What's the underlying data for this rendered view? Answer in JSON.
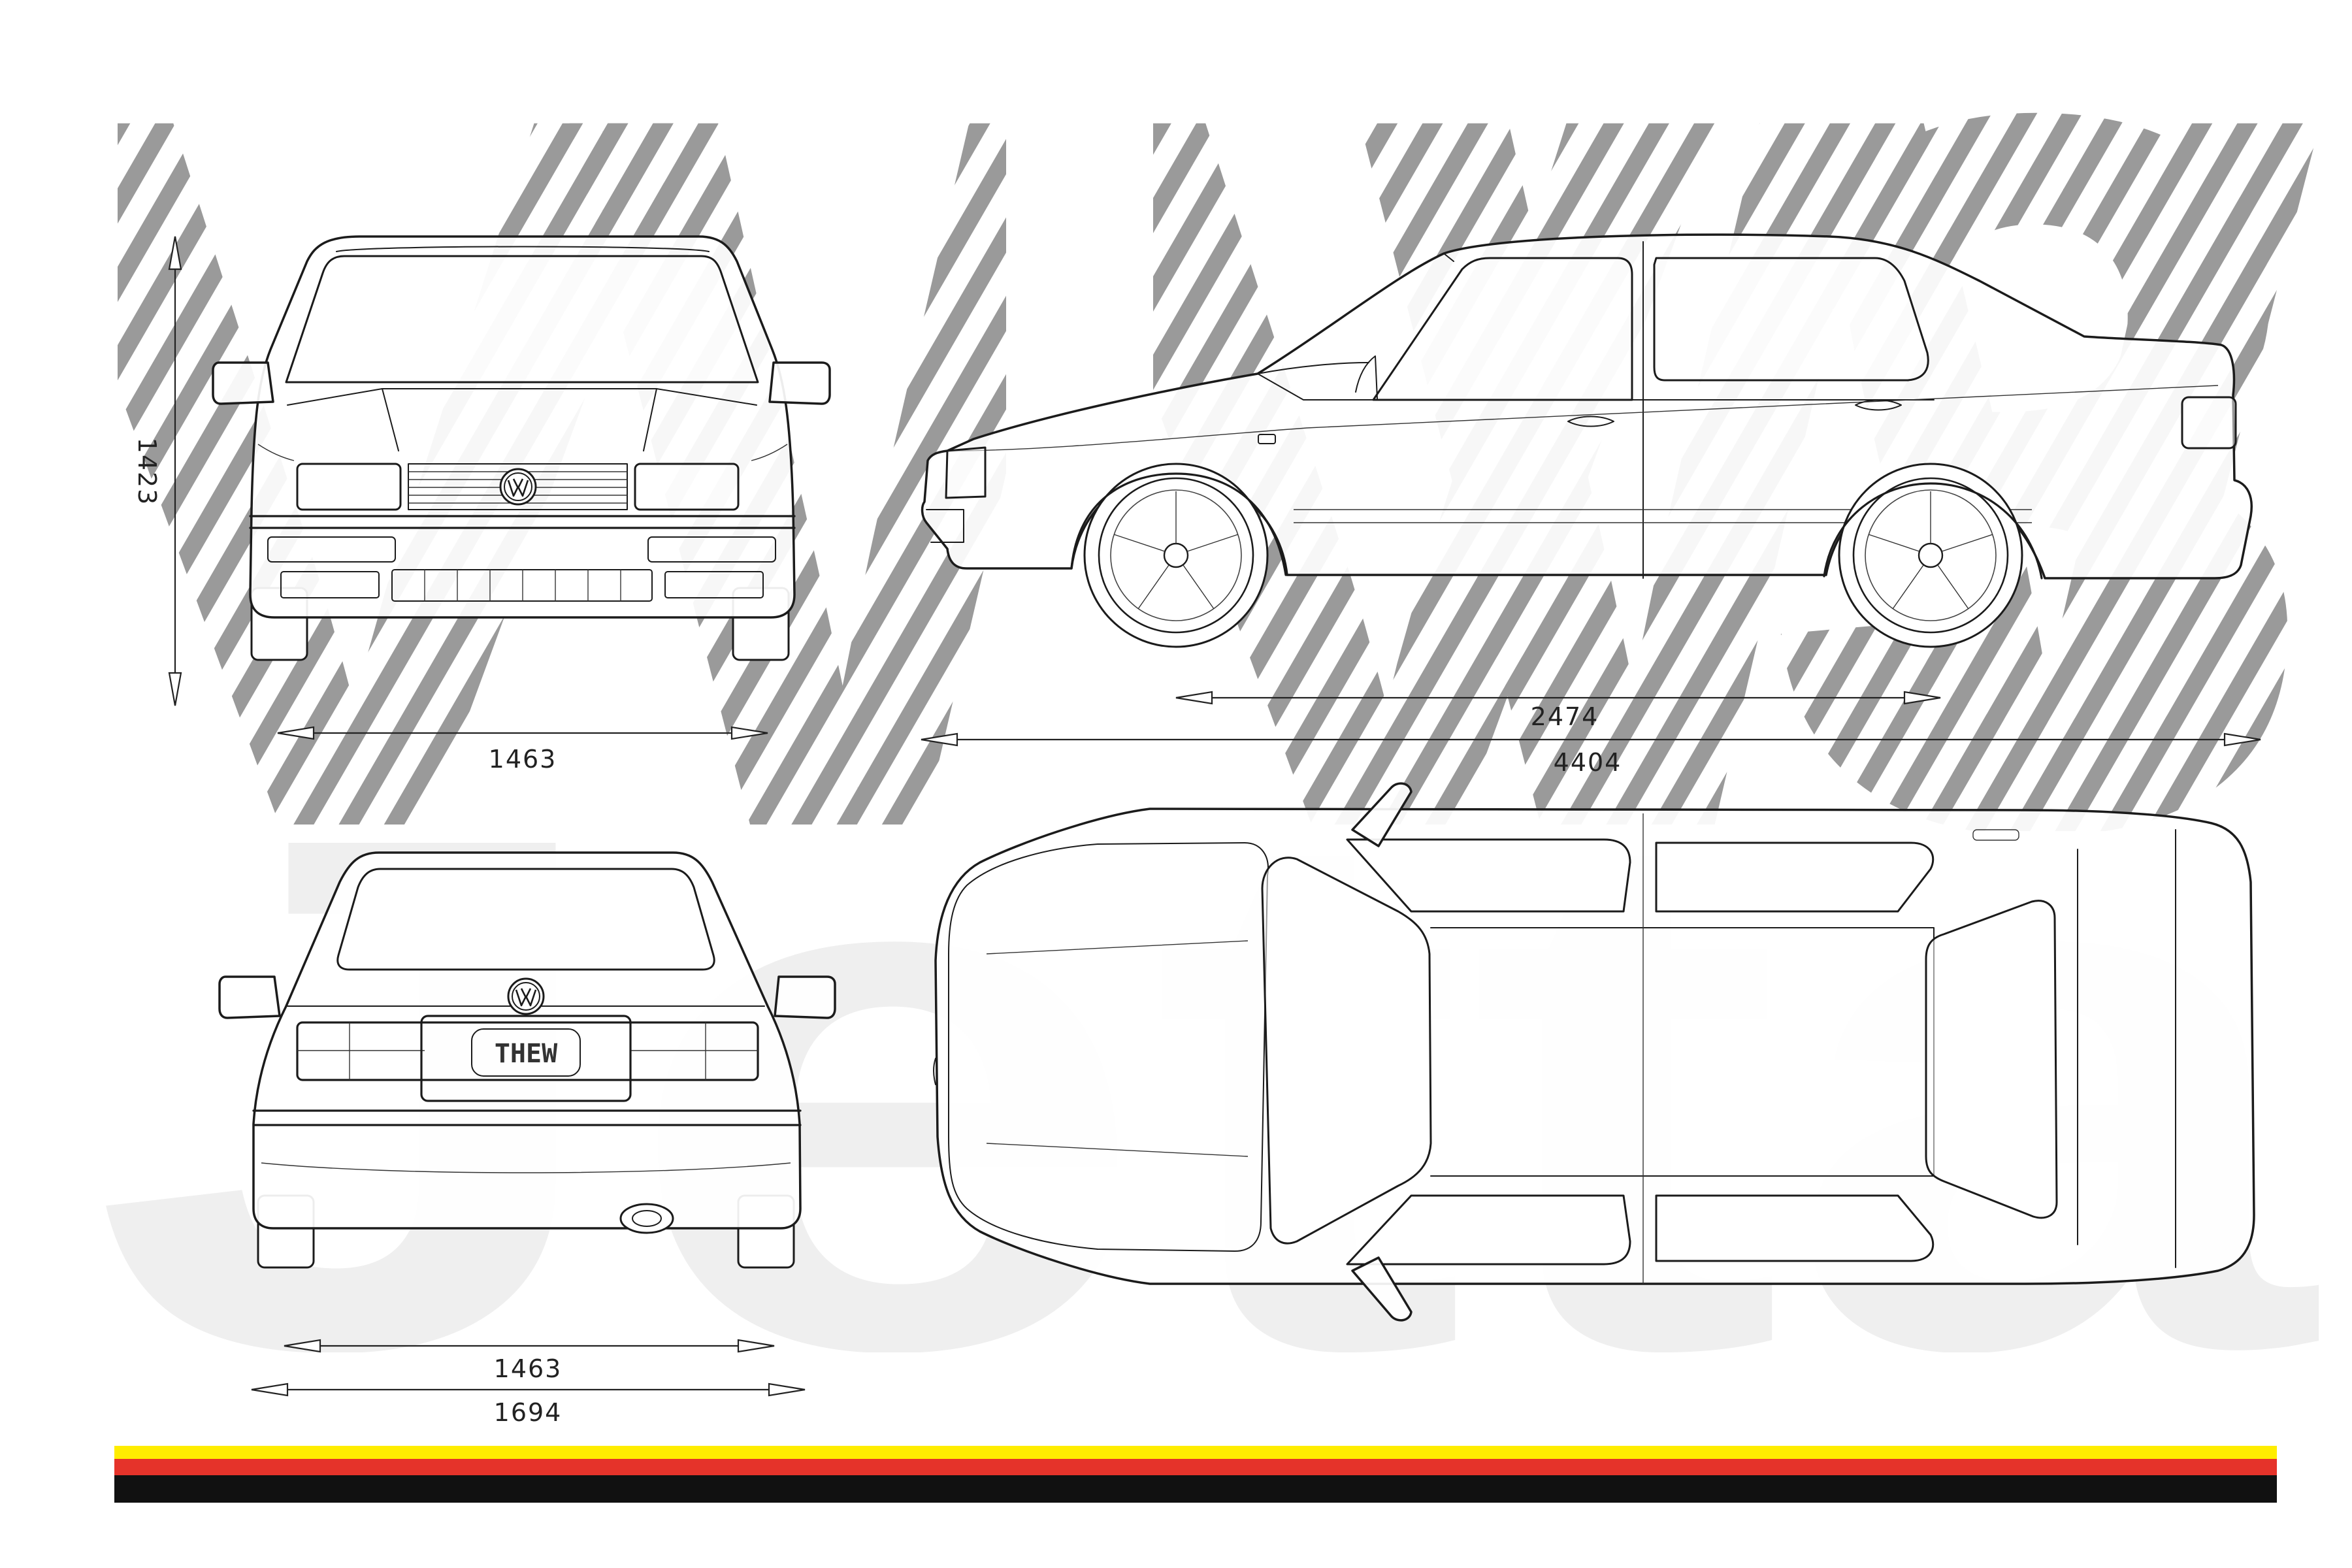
{
  "background_letters": {
    "top_row": [
      "V",
      "W",
      "V",
      "W",
      "3"
    ],
    "bottom_word": "Jetta"
  },
  "dimensions": {
    "front_height": "1423",
    "front_track": "1463",
    "side_wheelbase": "2474",
    "side_length": "4404",
    "rear_track": "1463",
    "rear_width": "1694"
  },
  "plate": {
    "text": "THEW"
  },
  "colors": {
    "stripe_gray": "#9a9a9a",
    "letter_light": "#efefef",
    "letter_gray": "#9f9f9f",
    "flag_yellow": "#ffed00",
    "flag_red": "#e5332a",
    "flag_black": "#111111"
  },
  "icons": {
    "badge": "vw-logo-icon",
    "wheel": "wheel-icon"
  }
}
